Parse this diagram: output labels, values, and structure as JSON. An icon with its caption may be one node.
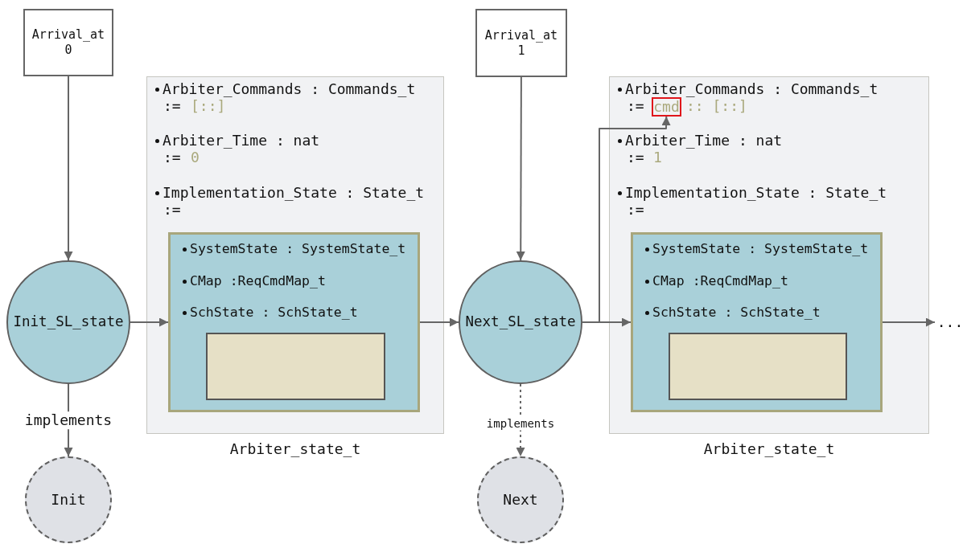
{
  "diagram": {
    "nodes": [
      {
        "text": [
          "Arrival_at 0"
        ]
      },
      {
        "text": [
          "Init_SL_state"
        ]
      },
      {
        "text": [
          "Init"
        ]
      },
      {
        "text": [
          "Arbiter_Commands : Commands_t",
          ":=",
          "[::]",
          "Arbiter_Time : nat",
          ":=",
          "0",
          "Implementation_State : State_t",
          ":="
        ],
        "beside": [
          "Arbiter_state_t"
        ]
      },
      {
        "text": [
          "SystemState : SystemState_t",
          "CMap :ReqCmdMap_t",
          "SchState : SchState_t"
        ],
        "in": 3
      },
      {
        "text": [],
        "shape": "box",
        "in": 4
      },
      {
        "text": [
          "Arrival_at 1"
        ]
      },
      {
        "text": [
          "Next_SL_state"
        ]
      },
      {
        "text": [
          "Next"
        ]
      },
      {
        "text": [
          "Arbiter_Commands : Commands_t",
          ":=",
          ":: [::]",
          "Arbiter_Time : nat",
          ":=",
          "1",
          "Implementation_State : State_t",
          ":="
        ],
        "beside": [
          "Arbiter_state_t"
        ]
      },
      {
        "text": [
          "cmd"
        ],
        "in": 9
      },
      {
        "text": [
          "SystemState : SystemState_t",
          "CMap :ReqCmdMap_t",
          "SchState : SchState_t"
        ],
        "in": 9
      },
      {
        "text": [],
        "shape": "box",
        "in": 11
      },
      {
        "text": [
          "..."
        ]
      }
    ],
    "edges": [
      {
        "from": 0,
        "to": 1,
        "arrow": "to"
      },
      {
        "from": 1,
        "to": 4,
        "arrow": "to"
      },
      {
        "from": 1,
        "to": 2,
        "arrow": "to",
        "label": "implements"
      },
      {
        "from": 4,
        "to": 7,
        "arrow": "to"
      },
      {
        "from": 6,
        "to": 7,
        "arrow": "to"
      },
      {
        "from": 7,
        "to": 10,
        "arrow": "to"
      },
      {
        "from": 7,
        "to": 11,
        "arrow": "to"
      },
      {
        "from": 7,
        "to": 8,
        "arrow": "to",
        "label": "implements",
        "style": "dashed"
      },
      {
        "from": 11,
        "to": 13,
        "arrow": "to"
      }
    ]
  }
}
